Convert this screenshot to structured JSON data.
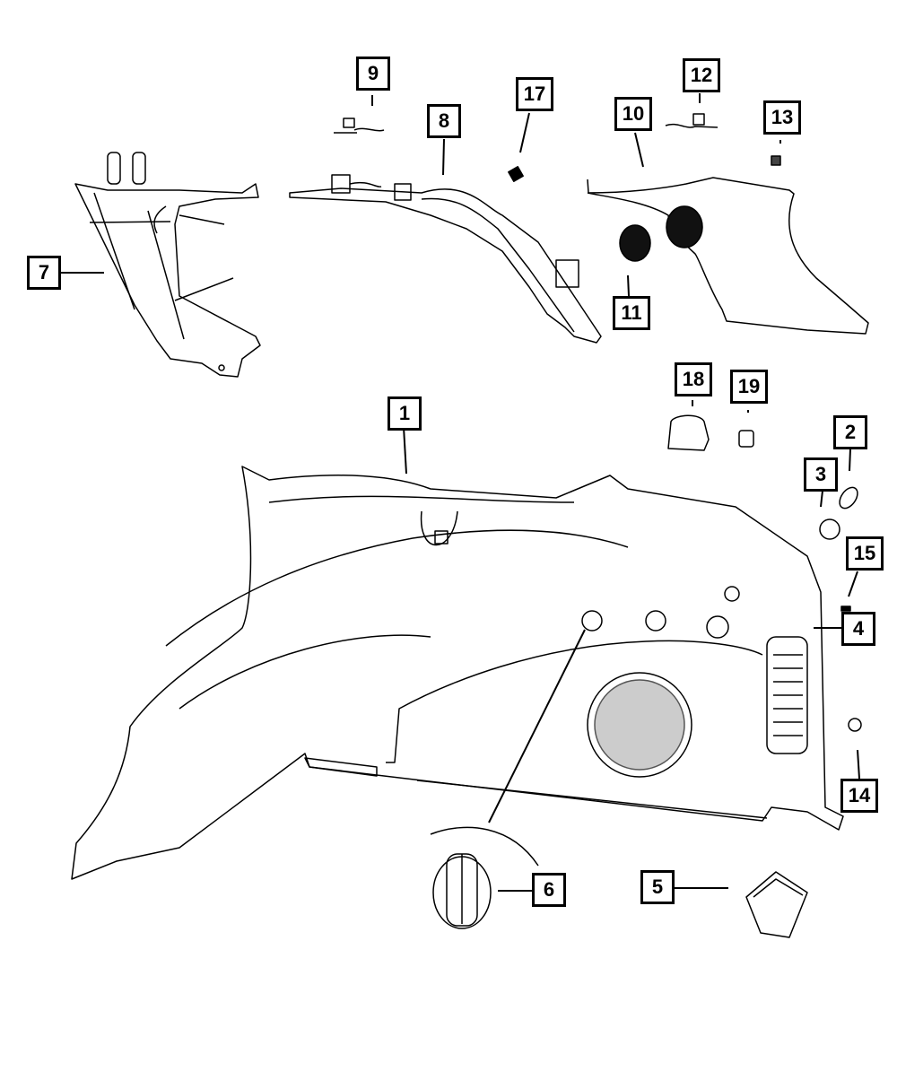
{
  "diagram": {
    "type": "exploded parts diagram",
    "subject": "Quarter trim panel and related interior trim components",
    "line_color": "#000000",
    "background": "#ffffff",
    "callouts": [
      {
        "id": "1",
        "label": "1",
        "part": "quarter-trim-panel"
      },
      {
        "id": "2",
        "label": "2",
        "part": "fastener"
      },
      {
        "id": "3",
        "label": "3",
        "part": "push-pin-retainer"
      },
      {
        "id": "4",
        "label": "4",
        "part": "quarter-trim-panel-rear"
      },
      {
        "id": "5",
        "label": "5",
        "part": "storage-bin"
      },
      {
        "id": "6",
        "label": "6",
        "part": "tie-down-cover"
      },
      {
        "id": "7",
        "label": "7",
        "part": "c-pillar-trim"
      },
      {
        "id": "8",
        "label": "8",
        "part": "upper-trim-panel"
      },
      {
        "id": "9",
        "label": "9",
        "part": "clip-with-tether"
      },
      {
        "id": "10",
        "label": "10",
        "part": "d-pillar-trim"
      },
      {
        "id": "11",
        "label": "11",
        "part": "speaker-cover"
      },
      {
        "id": "12",
        "label": "12",
        "part": "clip-with-tether"
      },
      {
        "id": "13",
        "label": "13",
        "part": "clip"
      },
      {
        "id": "14",
        "label": "14",
        "part": "plug"
      },
      {
        "id": "15",
        "label": "15",
        "part": "clip"
      },
      {
        "id": "17",
        "label": "17",
        "part": "clip"
      },
      {
        "id": "18",
        "label": "18",
        "part": "cover"
      },
      {
        "id": "19",
        "label": "19",
        "part": "switch"
      }
    ]
  }
}
